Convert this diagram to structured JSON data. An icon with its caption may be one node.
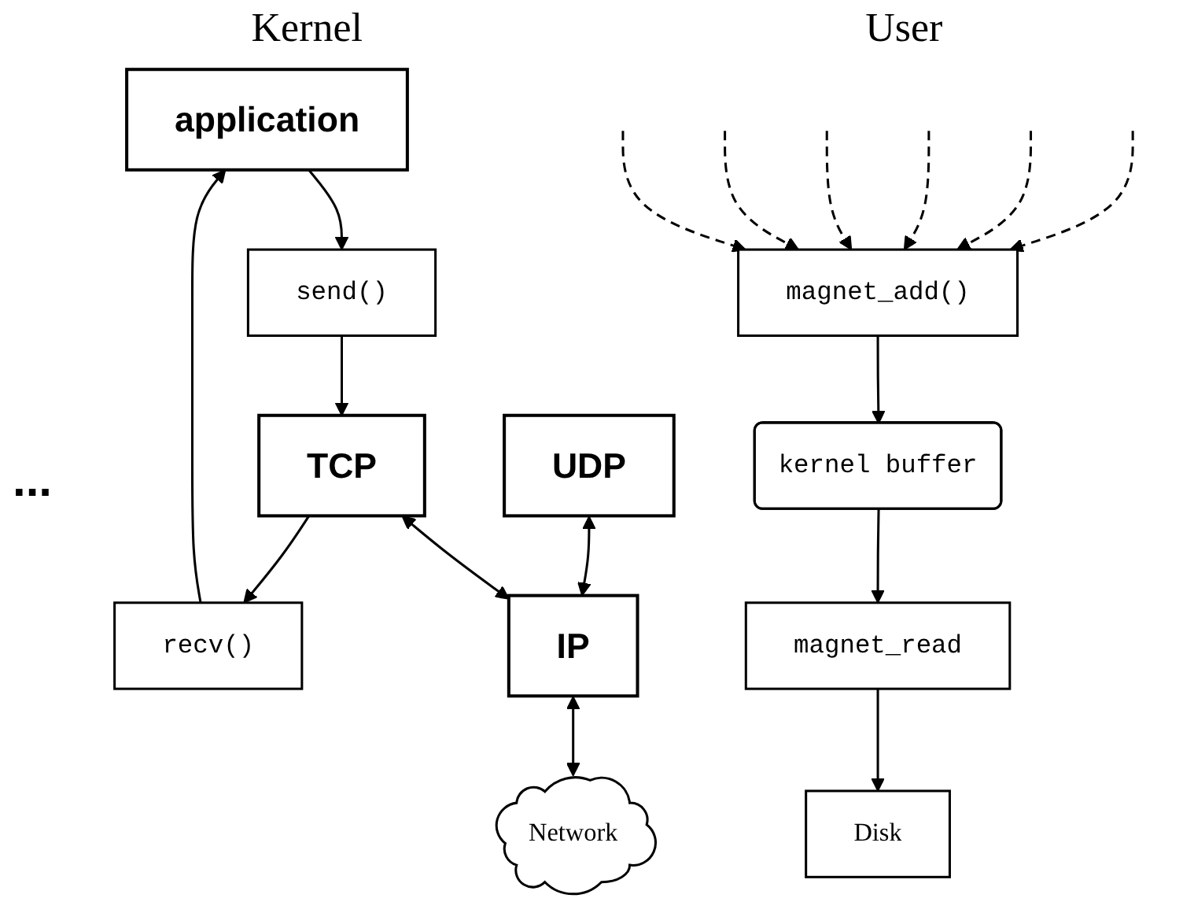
{
  "diagram": {
    "nodes": [
      {
        "text": [
          "application"
        ]
      },
      {
        "text": [
          "UDP"
        ]
      },
      {
        "text": [
          "TCP"
        ]
      },
      {
        "text": [
          "send()"
        ]
      },
      {
        "text": [
          "recv()"
        ]
      },
      {
        "text": [
          "IP"
        ]
      },
      {
        "text": [
          "Network"
        ]
      },
      {
        "text": [
          "magnet_add()"
        ]
      },
      {
        "text": [
          "magnet_read"
        ]
      },
      {
        "text": [
          "kernel buffer"
        ]
      },
      {
        "text": [
          "Disk"
        ]
      }
    ],
    "edges": [
      {
        "from": 0,
        "to": 3,
        "arrow": "to"
      },
      {
        "from": 4,
        "to": 0,
        "arrow": "to"
      },
      {
        "from": 3,
        "to": 2,
        "arrow": "to"
      },
      {
        "from": 2,
        "to": 4,
        "arrow": "to"
      },
      {
        "from": 1,
        "to": 5,
        "arrow": "both"
      },
      {
        "from": 2,
        "to": 5,
        "arrow": "both"
      },
      {
        "from": 5,
        "to": 6,
        "arrow": "both"
      },
      {
        "from": null,
        "to": 7,
        "arrow": "to",
        "style": "dashed"
      },
      {
        "from": null,
        "to": 7,
        "arrow": "to",
        "style": "dashed"
      },
      {
        "from": null,
        "to": 7,
        "arrow": "to",
        "style": "dashed"
      },
      {
        "from": null,
        "to": 7,
        "arrow": "to",
        "style": "dashed"
      },
      {
        "from": null,
        "to": 7,
        "arrow": "to",
        "style": "dashed"
      },
      {
        "from": null,
        "to": 7,
        "arrow": "to",
        "style": "dashed"
      },
      {
        "from": 7,
        "to": 9,
        "arrow": "to"
      },
      {
        "from": 9,
        "to": 8,
        "arrow": "to"
      },
      {
        "from": 8,
        "to": 10,
        "arrow": "to"
      }
    ],
    "labels": [
      "Kernel",
      "User",
      "..."
    ]
  }
}
